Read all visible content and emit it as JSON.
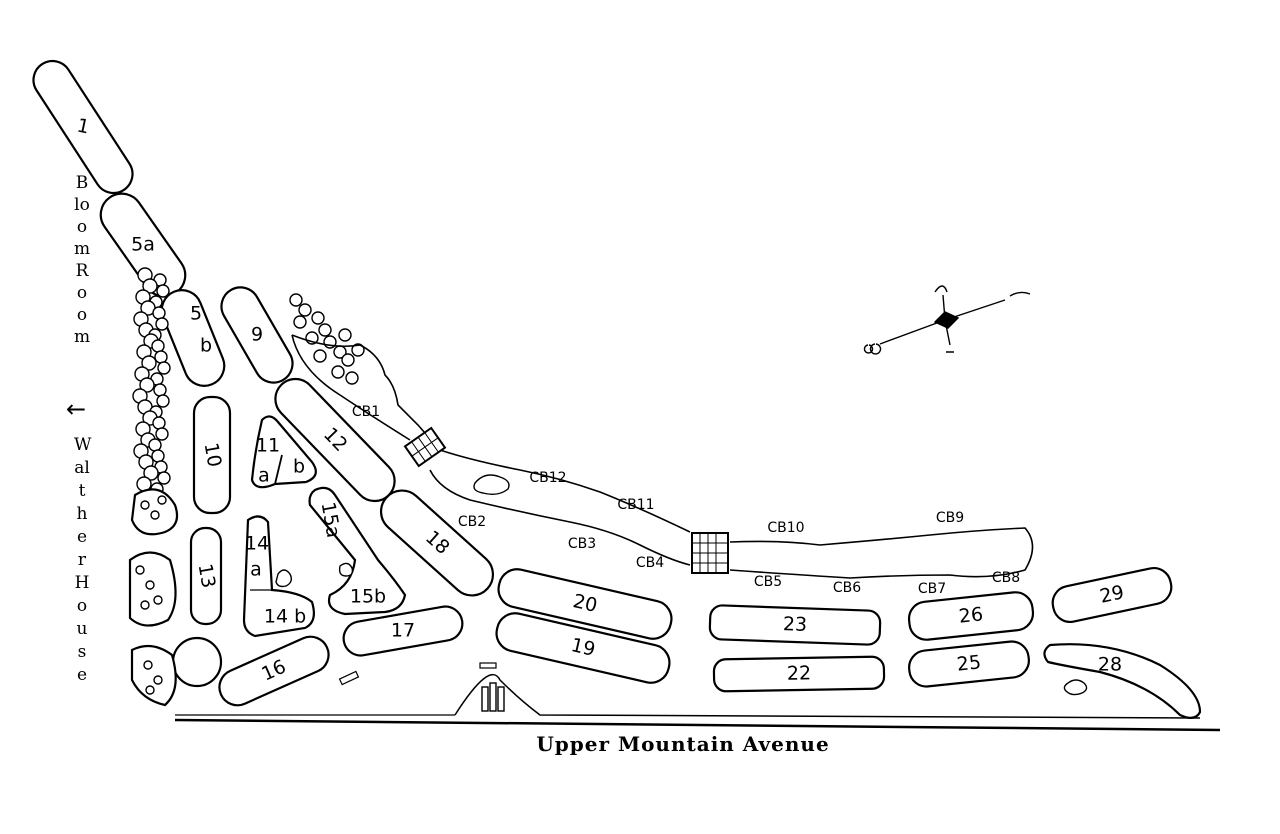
{
  "title_left_top": "Bloom Room",
  "arrow_glyph": "←",
  "title_left_bottom": "Walther House",
  "road": "Upper Mountain Avenue",
  "beds": {
    "b1": "1",
    "b5a": "5a",
    "b5b_top": "5",
    "b5b_bot": "b",
    "b9": "9",
    "b10": "10",
    "b11_top": "11",
    "b11a": "a",
    "b11b": "b",
    "b12": "12",
    "b13": "13",
    "b14a_top": "14",
    "b14a_bot": "a",
    "b14b": "14 b",
    "b15a": "15a",
    "b15b": "15b",
    "b16": "16",
    "b17": "17",
    "b18": "18",
    "b19": "19",
    "b20": "20",
    "b22": "22",
    "b23": "23",
    "b25": "25",
    "b26": "26",
    "b28": "28",
    "b29": "29"
  },
  "creek_beds": [
    "CB1",
    "CB2",
    "CB3",
    "CB4",
    "CB5",
    "CB6",
    "CB7",
    "CB8",
    "CB9",
    "CB10",
    "CB11",
    "CB12"
  ],
  "compass_icon": "compass-rose"
}
